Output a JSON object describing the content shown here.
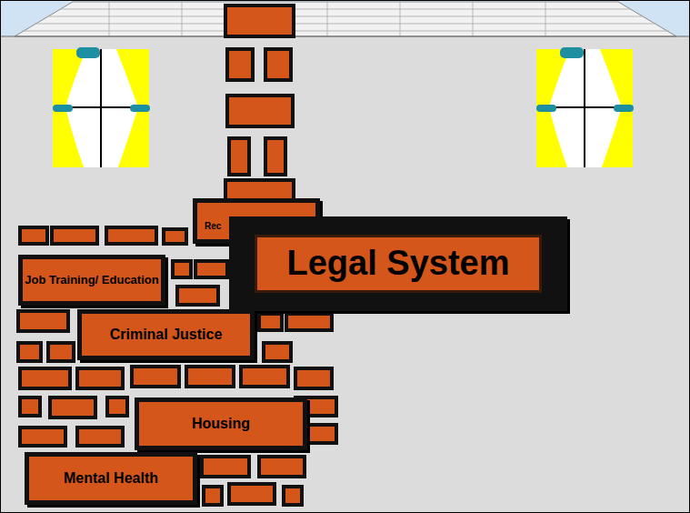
{
  "diagram": {
    "nodes": [
      {
        "text": [
          "Rec"
        ]
      },
      {
        "text": [
          "Legal System"
        ]
      },
      {
        "text": [
          "Job Training/ Education"
        ]
      },
      {
        "text": [
          "Criminal Justice"
        ]
      },
      {
        "text": [
          "Housing"
        ]
      },
      {
        "text": [
          "Mental Health"
        ]
      }
    ]
  }
}
